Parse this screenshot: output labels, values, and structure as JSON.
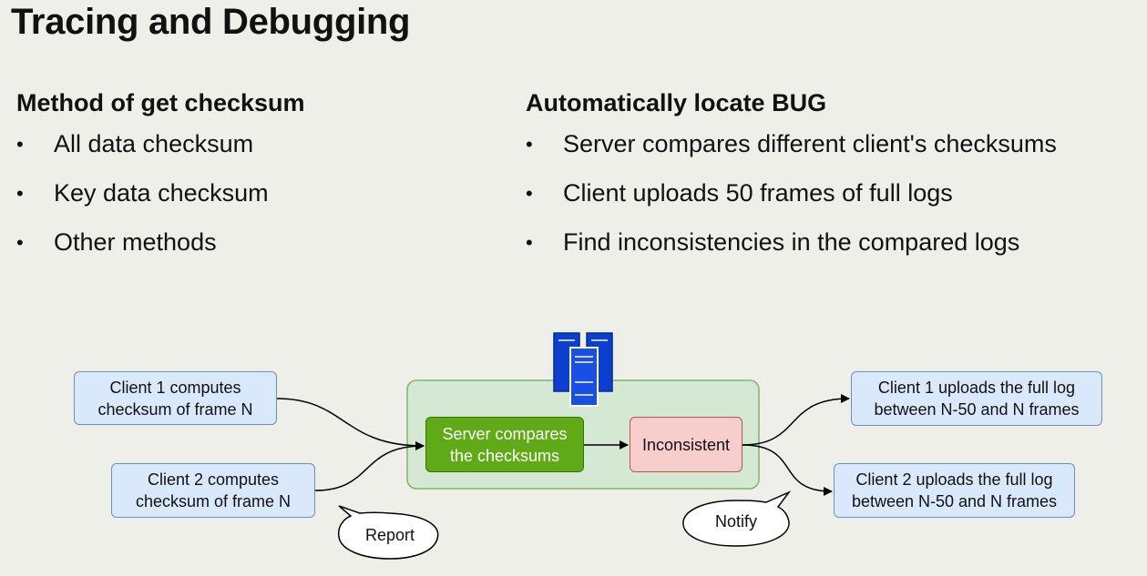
{
  "title": "Tracing and Debugging",
  "left": {
    "heading": "Method of get checksum",
    "items": [
      "All data checksum",
      "Key data checksum",
      "Other methods"
    ]
  },
  "right": {
    "heading": "Automatically locate BUG",
    "items": [
      "Server compares different client's checksums",
      "Client uploads 50 frames of full logs",
      "Find inconsistencies in the compared logs"
    ]
  },
  "diagram": {
    "client1": [
      "Client 1 computes",
      "checksum of frame N"
    ],
    "client2": [
      "Client 2 computes",
      "checksum of frame N"
    ],
    "server": [
      "Server compares",
      "the checksums"
    ],
    "inconsistent": "Inconsistent",
    "upload1": [
      "Client 1 uploads the full log",
      "between N-50 and N frames"
    ],
    "upload2": [
      "Client 2 uploads the full log",
      "between N-50 and N frames"
    ],
    "report": "Report",
    "notify": "Notify"
  },
  "colors": {
    "client_fill": "#dae8fc",
    "server_fill": "#60a917",
    "inconsistent_fill": "#f8cecc",
    "server_group_fill": "#d5e8d4",
    "server_icon": "#0b3fd1"
  },
  "icons": {
    "server": "server-rack-icon"
  }
}
